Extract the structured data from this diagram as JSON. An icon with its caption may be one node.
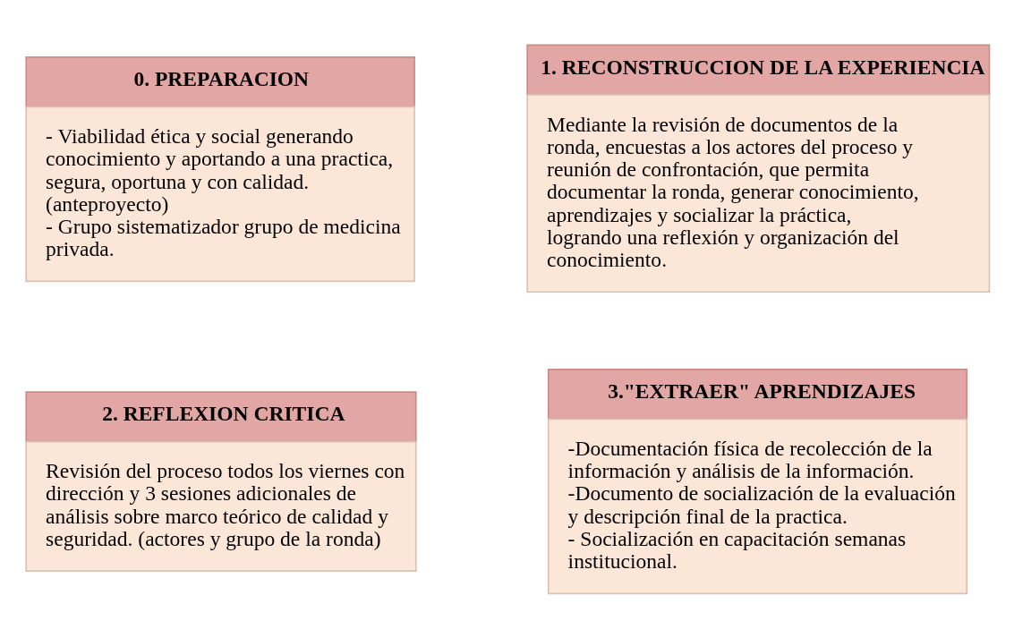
{
  "diagram": {
    "nodes": [
      {
        "text": [
          "0. PREPARACION",
          "- Viabilidad ética y social generando conocimiento y aportando a una practica, segura, oportuna y con calidad. (anteproyecto)",
          "- Grupo sistematizador grupo de medicina privada."
        ]
      },
      {
        "text": [
          "1. RECONSTRUCCION DE LA EXPERIENCIA",
          "Mediante la revisión de documentos de la ronda, encuestas a los actores del proceso y reunión de confrontación, que permita documentar la ronda, generar conocimiento, aprendizajes y socializar la práctica, logrando una reflexión y organización del conocimiento."
        ]
      },
      {
        "text": [
          "2. REFLEXION CRITICA",
          "Revisión del proceso todos los viernes con dirección y 3 sesiones adicionales de análisis sobre marco teórico de calidad y seguridad. (actores y grupo de la ronda)"
        ]
      },
      {
        "text": [
          "3.\"EXTRAER\" APRENDIZAJES",
          "-Documentación física de recolección de la información y análisis de la información.",
          "-Documento de socialización de la evaluación y descripción final de la practica.",
          "- Socialización en capacitación semanas institucional."
        ]
      }
    ]
  }
}
